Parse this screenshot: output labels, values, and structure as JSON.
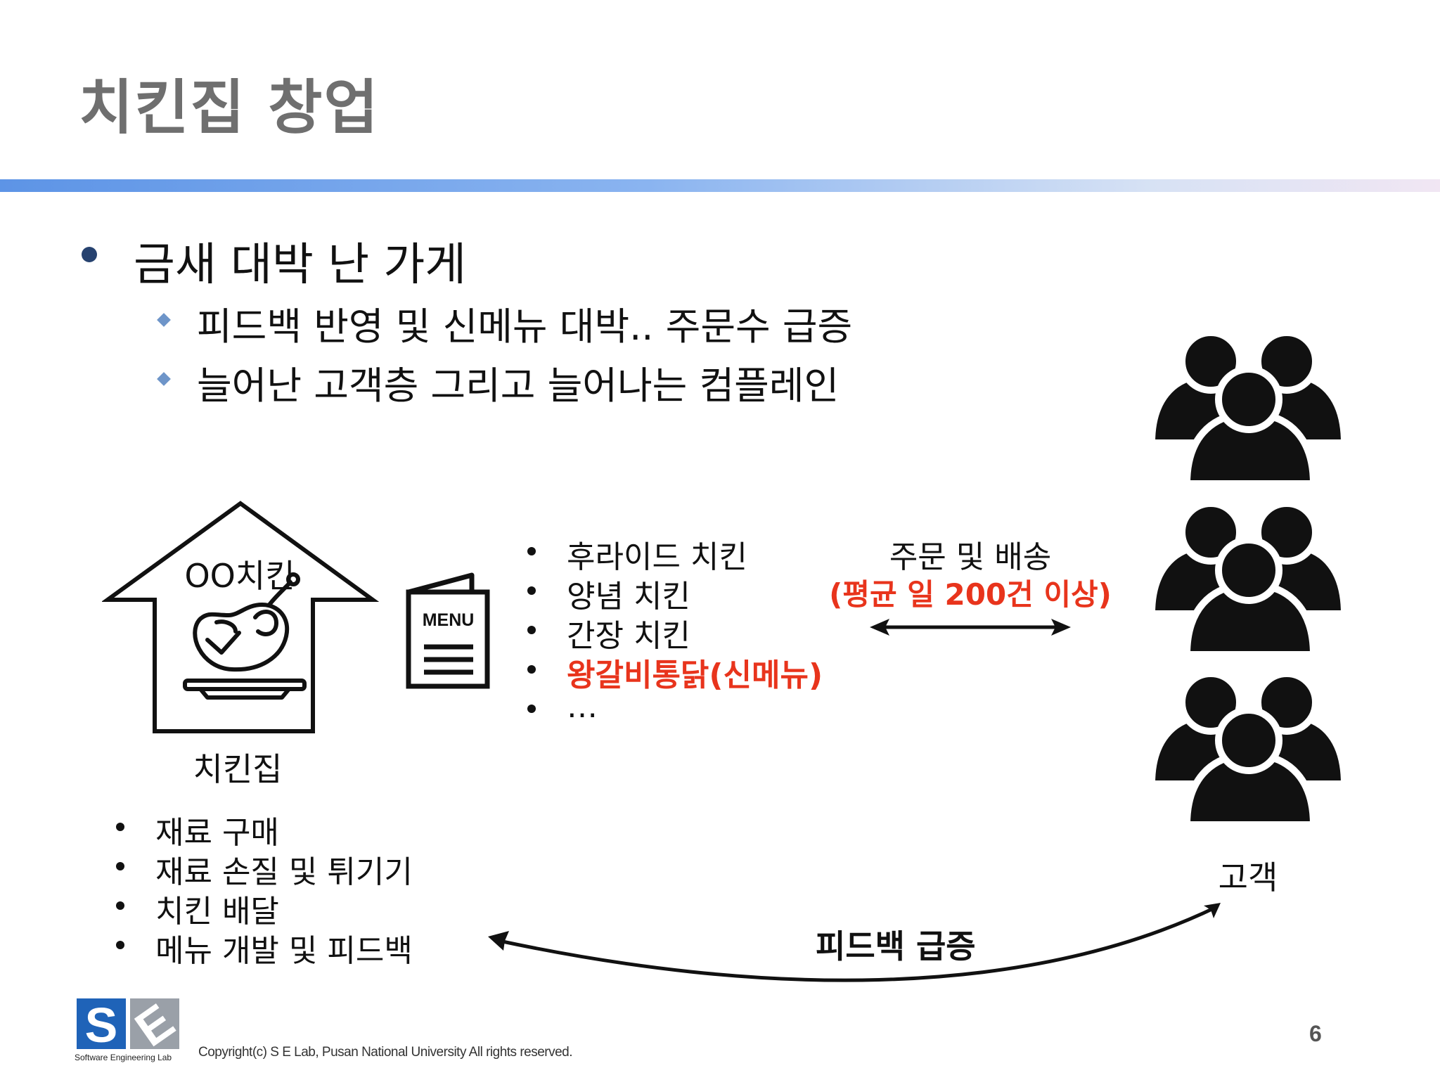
{
  "slide": {
    "title": "치킨집 창업",
    "bullet": "금새 대박 난 가게",
    "sub_bullets": [
      "피드백 반영 및 신메뉴 대박.. 주문수 급증",
      "늘어난 고객층 그리고 늘어나는 컴플레인"
    ]
  },
  "shop": {
    "sign": "OO치킨",
    "caption": "치킨집",
    "menu_icon_text": "MENU",
    "tasks": [
      "재료 구매",
      "재료 손질 및 튀기기",
      "치킨 배달",
      "메뉴 개발 및 피드백"
    ]
  },
  "menu": {
    "items": [
      "후라이드 치킨",
      "양념 치킨",
      "간장 치킨",
      "왕갈비통닭(신메뉴)",
      "…"
    ],
    "highlight_index": 3
  },
  "orders": {
    "label": "주문 및 배송",
    "detail": "(평균 일 200건 이상)"
  },
  "customers": {
    "label": "고객"
  },
  "feedback": {
    "label": "피드백 급증"
  },
  "footer": {
    "lab_name": "Software Engineering Lab",
    "copyright": "Copyright(c) S E Lab, Pusan National University All rights reserved.",
    "page_number": "6"
  },
  "colors": {
    "title": "#6f6f6f",
    "highlight": "#e8341c",
    "bullet_l1": "#26426f",
    "bullet_l2": "#6e95c9",
    "logo_blue": "#1f63b8"
  }
}
